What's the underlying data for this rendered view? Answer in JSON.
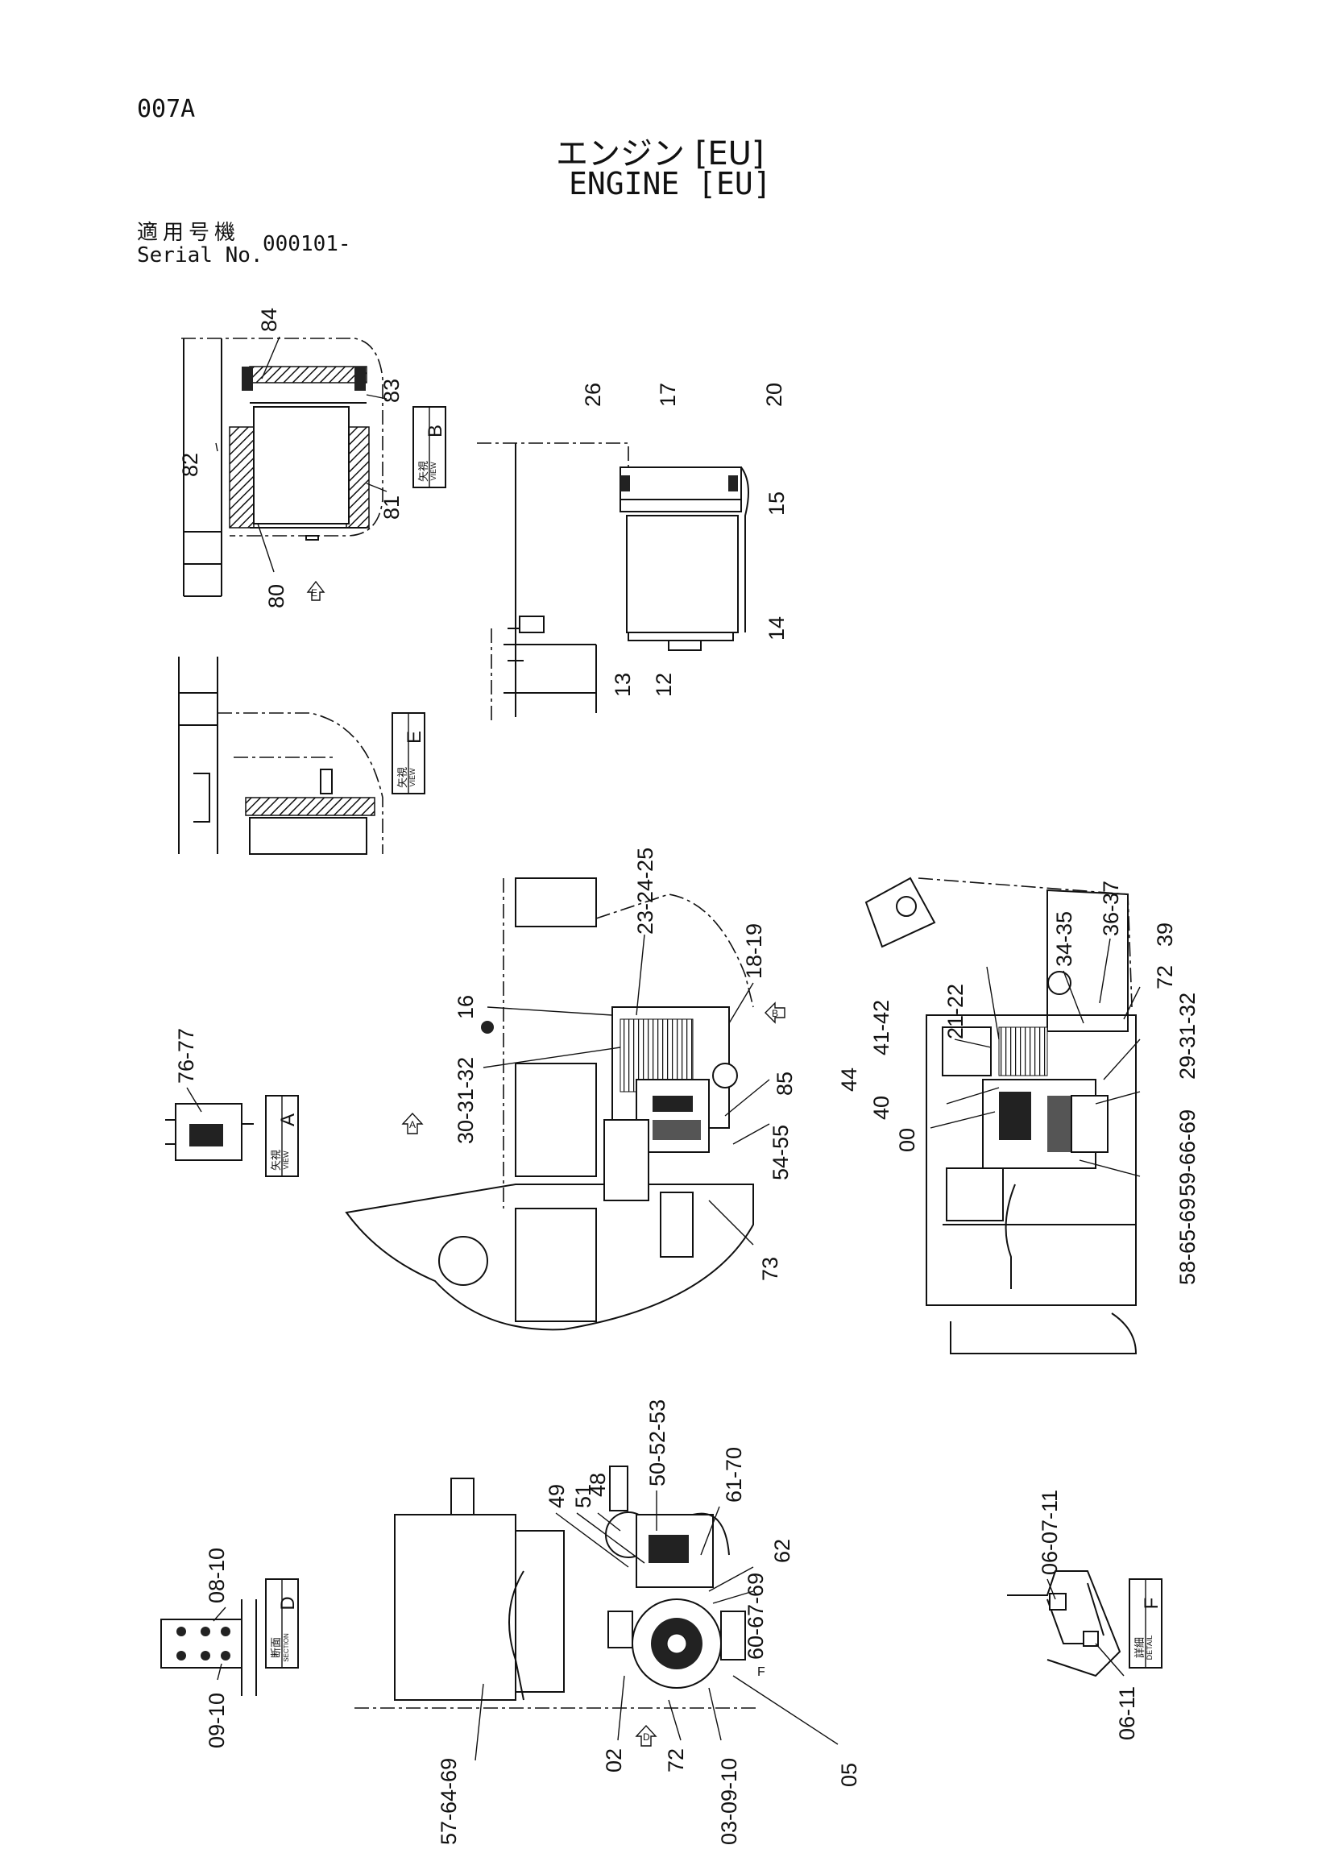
{
  "header": {
    "page_code": "007A",
    "title_jp": "エンジン [EU]",
    "title_en": "ENGINE [EU]",
    "serial_label_jp": "適用号機",
    "serial_label_en": "Serial No.",
    "serial_value": "000101-"
  },
  "view_tags": {
    "view_b": {
      "jp": "矢視",
      "en": "VIEW",
      "letter": "B"
    },
    "view_e": {
      "jp": "矢視",
      "en": "VIEW",
      "letter": "E"
    },
    "view_a": {
      "jp": "矢視",
      "en": "VIEW",
      "letter": "A"
    },
    "section_d": {
      "jp": "断面",
      "en": "SECTION",
      "letter": "D"
    },
    "detail_f": {
      "jp": "詳細",
      "en": "DETAIL",
      "letter": "F"
    }
  },
  "arrow_marks": {
    "e": "E",
    "a": "A",
    "b": "B",
    "d": "D",
    "f": "F"
  },
  "callouts": {
    "view_b": [
      "84",
      "83",
      "82",
      "81",
      "80"
    ],
    "radiator": [
      "26",
      "17",
      "20",
      "15",
      "14",
      "13",
      "12"
    ],
    "view_a": [
      "76-77"
    ],
    "plan": [
      "23-24-25",
      "16",
      "18-19",
      "30-31-32",
      "85",
      "54-55",
      "73"
    ],
    "side": [
      "36-37",
      "34-35",
      "39",
      "72",
      "21-22",
      "41-42",
      "29-31-32",
      "44",
      "40",
      "59-66-69",
      "00",
      "58-65-69"
    ],
    "section_d": [
      "08-10",
      "09-10"
    ],
    "rear": [
      "50-52-53",
      "49",
      "51",
      "48",
      "61-70",
      "62",
      "60-67-69",
      "57-64-69",
      "02",
      "72",
      "03-09-10",
      "05"
    ],
    "detail_f": [
      "06-07-11",
      "06-11"
    ]
  }
}
